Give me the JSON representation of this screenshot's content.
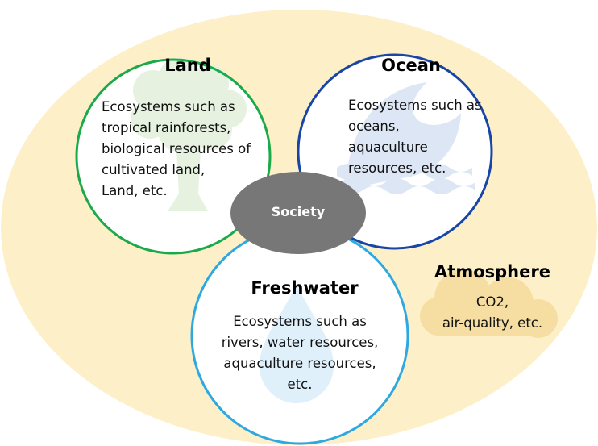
{
  "colors": {
    "background_ellipse": "#fdf0c8",
    "land_stroke": "#1aaa4a",
    "ocean_stroke": "#1846a6",
    "freshwater_stroke": "#2ea8e0",
    "society_fill": "#777777",
    "tree_icon": "#e6f1e0",
    "wave_icon": "#dde6f4",
    "drop_icon": "#dff0fb",
    "cloud_icon": "#f6dea3"
  },
  "land": {
    "title": "Land",
    "lines": [
      "Ecosystems such as",
      "tropical rainforests,",
      "biological resources of",
      "cultivated land,",
      "Land, etc."
    ],
    "icon": "tree-icon"
  },
  "ocean": {
    "title": "Ocean",
    "lines": [
      "Ecosystems such as",
      "oceans,",
      "aquaculture",
      "resources, etc."
    ],
    "icon": "wave-icon"
  },
  "freshwater": {
    "title": "Freshwater",
    "lines": [
      "Ecosystems such as",
      "rivers, water resources,",
      "aquaculture resources,",
      "etc."
    ],
    "icon": "water-drop-icon"
  },
  "society": {
    "label": "Society"
  },
  "atmosphere": {
    "title": "Atmosphere",
    "lines": [
      "CO2,",
      "air-quality, etc."
    ],
    "icon": "cloud-icon"
  }
}
